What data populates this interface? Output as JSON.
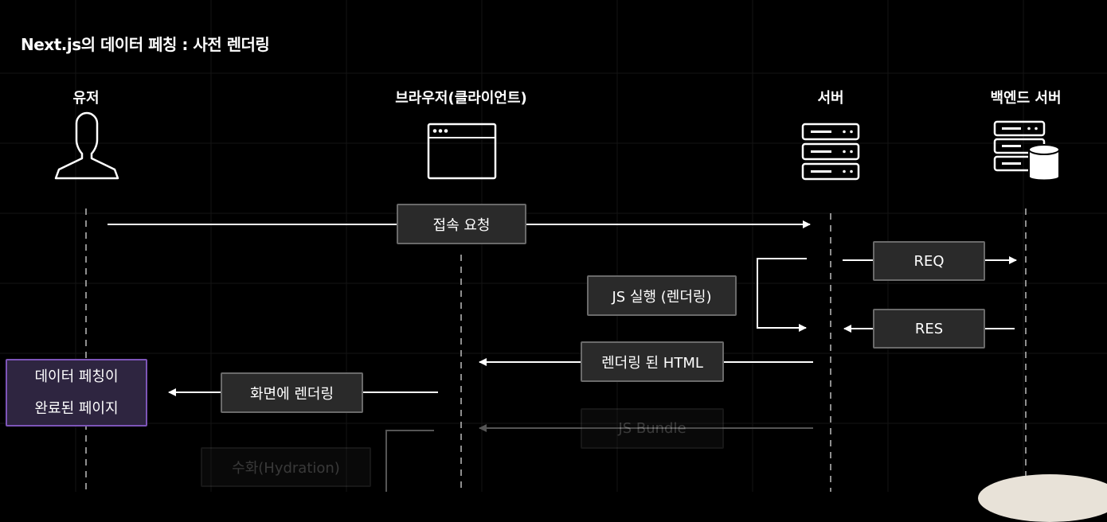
{
  "title": "Next.js의 데이터 페칭 : 사전 렌더링",
  "actors": {
    "user": "유저",
    "browser": "브라우저(클라이언트)",
    "server": "서버",
    "backend": "백엔드 서버"
  },
  "icons": {
    "user": "user-silhouette-icon",
    "browser": "browser-window-icon",
    "server": "server-rack-icon",
    "backend": "server-database-icon"
  },
  "steps": {
    "connect": "접속 요청",
    "req": "REQ",
    "js_exec": "JS 실행 (렌더링)",
    "res": "RES",
    "rendered_html": "렌더링 된 HTML",
    "screen_render": "화면에 렌더링",
    "js_bundle": "JS Bundle",
    "hydration": "수화(Hydration)"
  },
  "result": {
    "line1": "데이터 페칭이",
    "line2": "완료된 페이지"
  },
  "colors": {
    "background": "#000000",
    "box_fill": "#2a2a2a",
    "box_border": "#6a6a6a",
    "result_fill": "#2e2540",
    "result_border": "#7d55b8"
  }
}
